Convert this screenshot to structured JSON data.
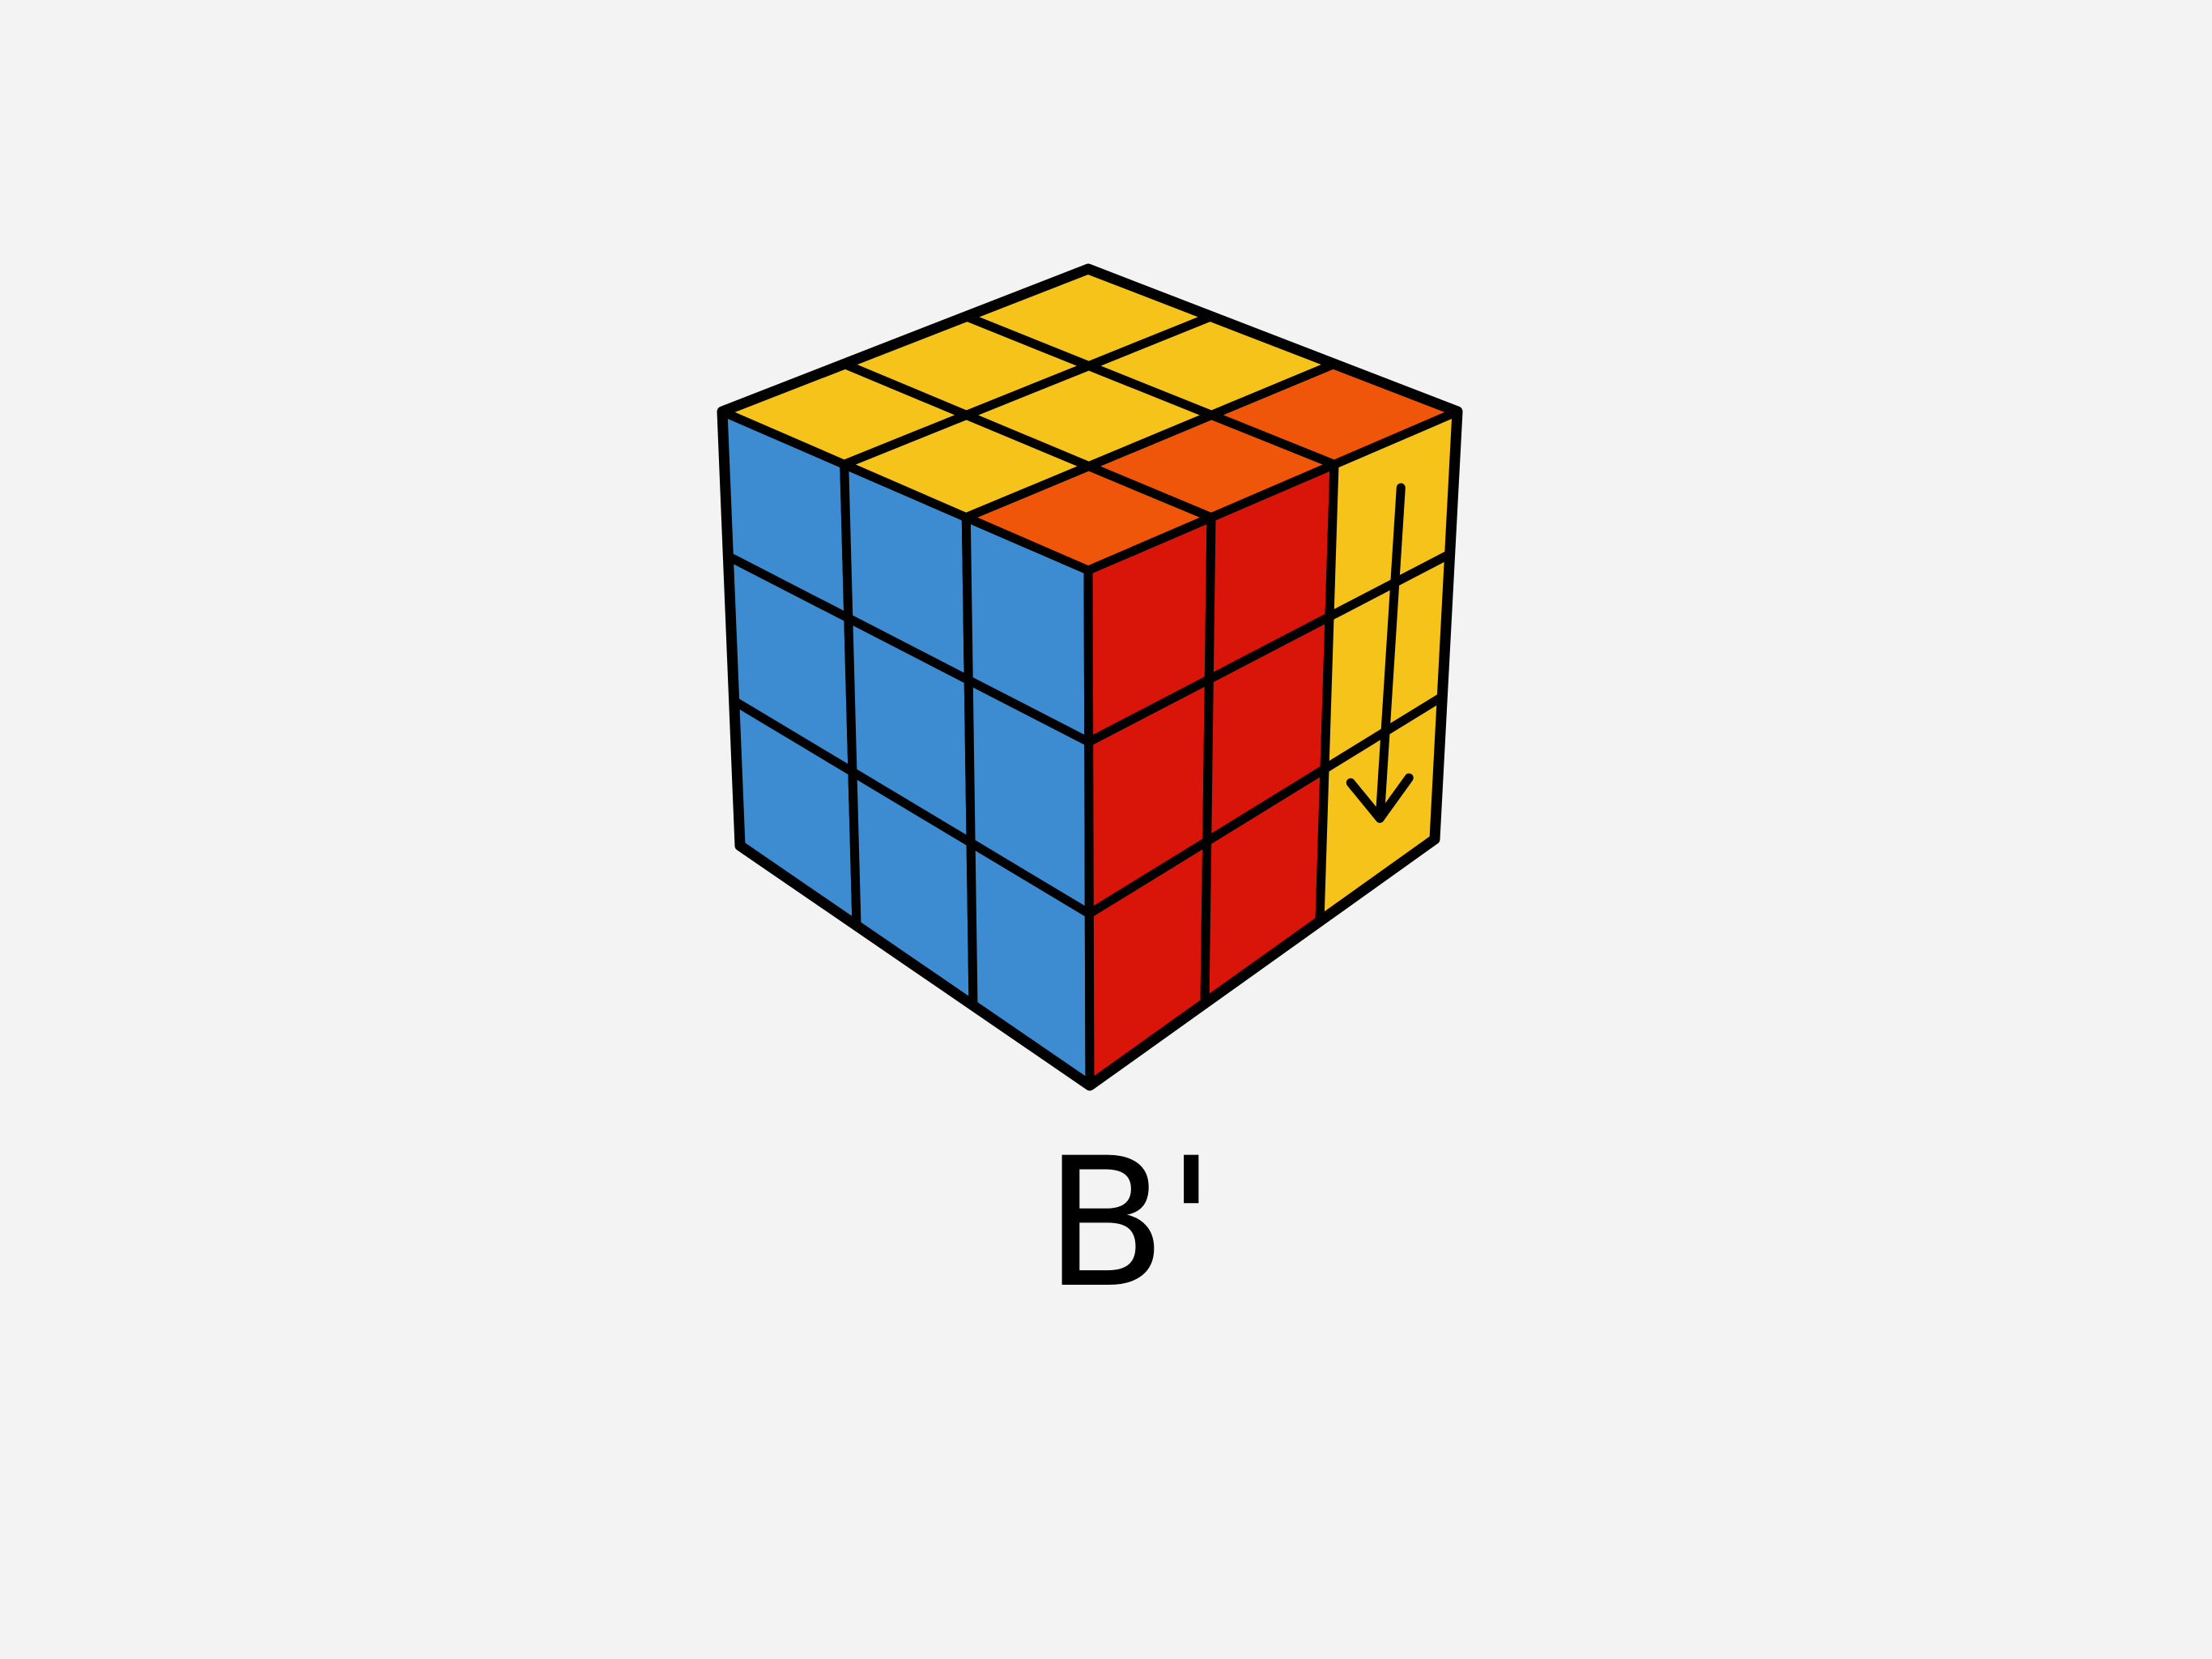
{
  "move": {
    "notation": "B'"
  },
  "colors": {
    "background": "#f3f3f3",
    "outline": "#000000",
    "blue": "#3d8bd0",
    "red": "#d81508",
    "yellow": "#f6c31a",
    "orange": "#f0560a"
  },
  "cube": {
    "left_face": [
      [
        "blue",
        "blue",
        "blue"
      ],
      [
        "blue",
        "blue",
        "blue"
      ],
      [
        "blue",
        "blue",
        "blue"
      ]
    ],
    "right_face": [
      [
        "red",
        "red",
        "yellow"
      ],
      [
        "red",
        "red",
        "yellow"
      ],
      [
        "red",
        "red",
        "yellow"
      ]
    ],
    "top_face": [
      [
        "yellow",
        "yellow",
        "orange"
      ],
      [
        "yellow",
        "yellow",
        "orange"
      ],
      [
        "yellow",
        "yellow",
        "orange"
      ]
    ],
    "arrow": {
      "icon": "arrow-down-icon",
      "column": 2,
      "direction": "down"
    }
  }
}
